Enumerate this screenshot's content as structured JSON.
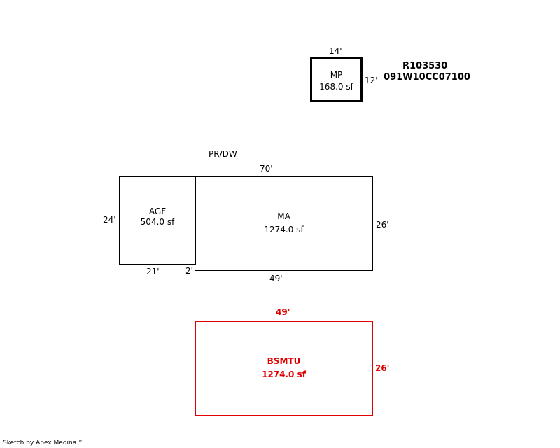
{
  "parcel": {
    "id": "R103530",
    "map_number": "091W10CC07100"
  },
  "areas": {
    "mp": {
      "name": "MP",
      "area": "168.0 sf",
      "top_dim": "14'",
      "right_dim": "12'"
    },
    "agf": {
      "name": "AGF",
      "area": "504.0 sf",
      "left_dim": "24'",
      "bottom_dim": "21'"
    },
    "ma": {
      "name": "MA",
      "area": "1274.0 sf",
      "top_dim": "70'",
      "right_dim": "26'",
      "bottom_dim": "49'",
      "offset_dim": "2'"
    },
    "bsmtu": {
      "name": "BSMTU",
      "area": "1274.0 sf",
      "top_dim": "49'",
      "right_dim": "26'"
    }
  },
  "labels": {
    "pr_dw": "PR/DW"
  },
  "footer": "Sketch by Apex Medina™",
  "colors": {
    "outline": "#000000",
    "basement": "#e00000"
  }
}
